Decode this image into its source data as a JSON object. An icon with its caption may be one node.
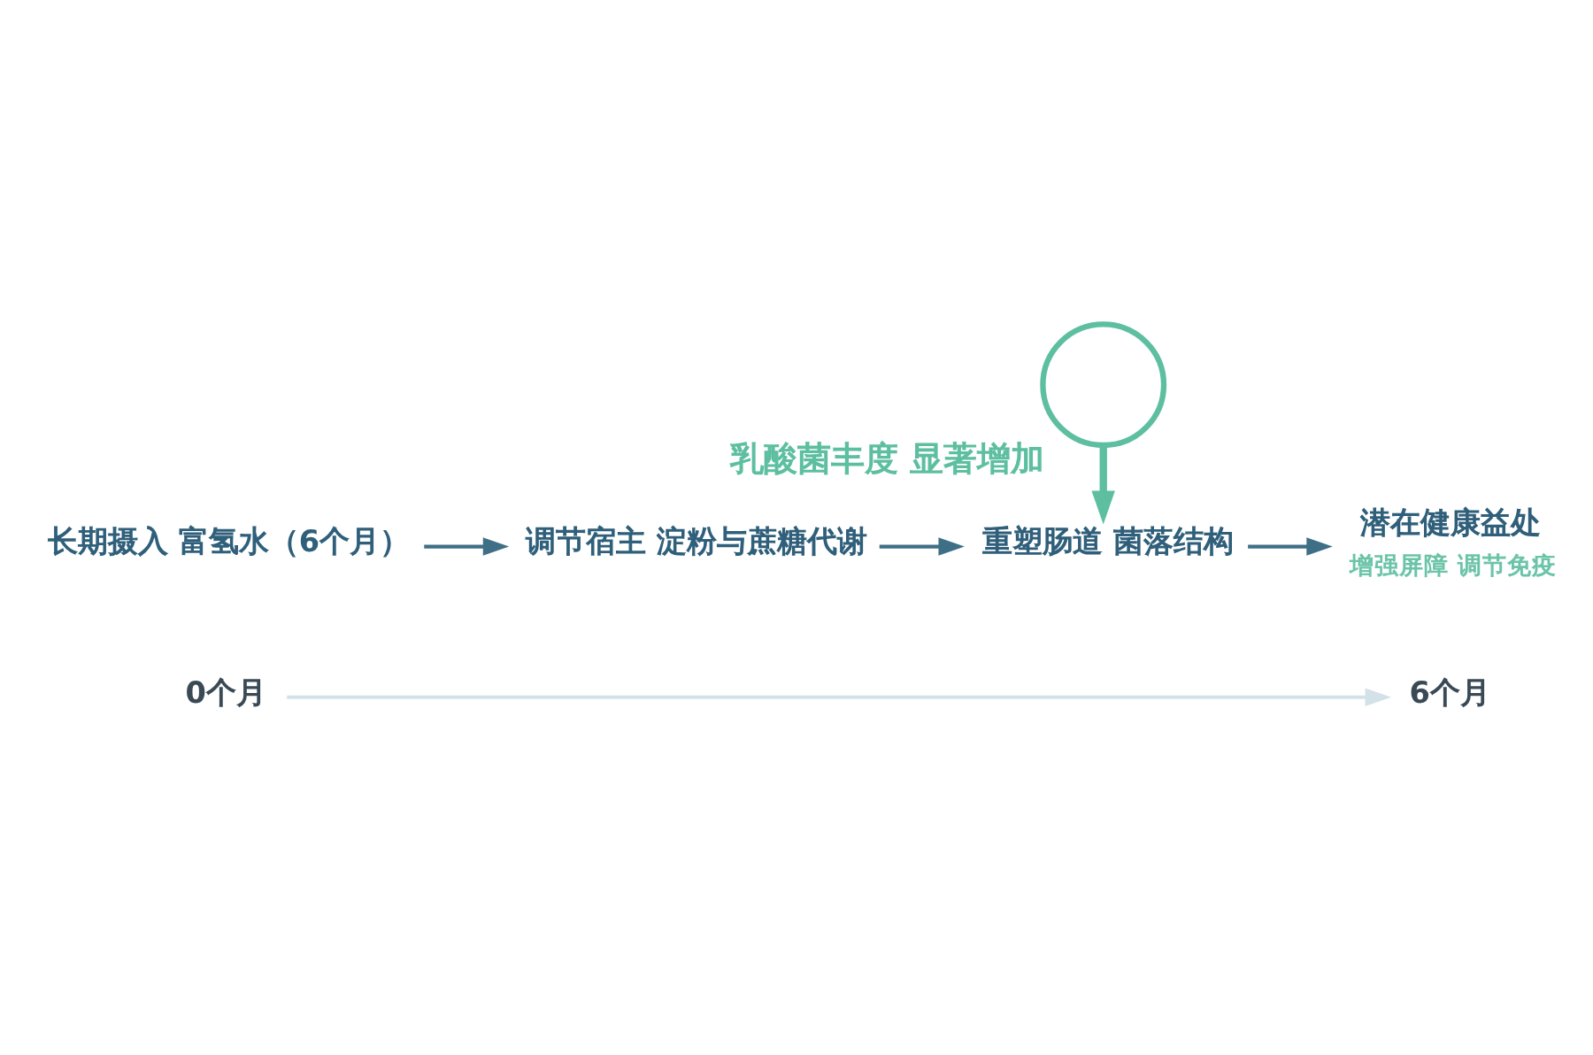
{
  "diagram": {
    "nodes": [
      {
        "text": [
          "0个月"
        ]
      },
      {
        "text": [
          "6个月"
        ]
      },
      {
        "text": [
          "长期摄入 富氢水（6个月）"
        ]
      },
      {
        "text": [
          "调节宿主 淀粉与蔗糖代谢"
        ]
      },
      {
        "text": [
          "重塑肠道 菌落结构"
        ]
      },
      {
        "text": [
          "潜在健康益处"
        ],
        "beside": [
          "增强屏障 调节免疫"
        ]
      },
      {
        "text": [],
        "shape": "circle",
        "beside": [
          "乳酸菌丰度 显著增加"
        ]
      }
    ],
    "edges": [
      {
        "from": 0,
        "to": 1,
        "arrow": "to",
        "color": "#d3e2e8"
      },
      {
        "from": 2,
        "to": 3,
        "arrow": "to"
      },
      {
        "from": 3,
        "to": 4,
        "arrow": "to"
      },
      {
        "from": 4,
        "to": 5,
        "arrow": "to"
      },
      {
        "from": 6,
        "to": 4,
        "arrow": "to",
        "style": "thick",
        "color": "#5dbfa0"
      }
    ]
  }
}
